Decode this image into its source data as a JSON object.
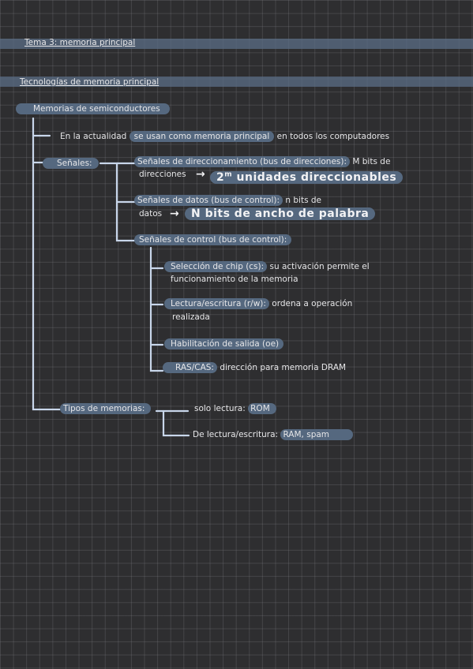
{
  "header": {
    "topic": "Tema 3: memoria principal",
    "section": "Tecnologías de memoria principal"
  },
  "root": {
    "label": "Memorias de semiconductores"
  },
  "intro": {
    "pre": "En la actualidad",
    "hl": "se usan como memoria principal",
    "post": "en todos los computadores"
  },
  "signals": {
    "label": "Señales:",
    "addr": {
      "hl": "Señales de direccionamiento (bus de direcciones):",
      "rest": "M bits de",
      "line2": "direcciones",
      "arrow": "→",
      "result_base": "2",
      "result_sup": "m",
      "result_text": "unidades direccionables"
    },
    "data": {
      "hl": "Señales de datos (bus de control):",
      "rest": "n bits de",
      "line2": "datos",
      "arrow": "→",
      "result": "N bits de ancho de palabra"
    },
    "control": {
      "hl": "Señales de control (bus de control):",
      "items": [
        {
          "hl": "Selección de chip (cs):",
          "rest": "su activación permite el",
          "line2": "funcionamiento de la memoria"
        },
        {
          "hl": "Lectura/escritura (r/w):",
          "rest": "ordena a operación",
          "line2": "realizada"
        },
        {
          "hl": "Habilitación de salida (oe)",
          "rest": "",
          "line2": ""
        },
        {
          "hl": "RAS/CAS:",
          "rest": "dirección para memoria DRAM",
          "line2": ""
        }
      ]
    }
  },
  "types": {
    "label": "Tipos de memorias:",
    "readonly": {
      "pre": "solo lectura:",
      "hl": "ROM"
    },
    "readwrite": {
      "pre": "De lectura/escritura:",
      "hl": "RAM, spam"
    }
  },
  "colors": {
    "background": "#2e2e30",
    "highlight": "#55687f",
    "line": "#c8d6ea"
  }
}
